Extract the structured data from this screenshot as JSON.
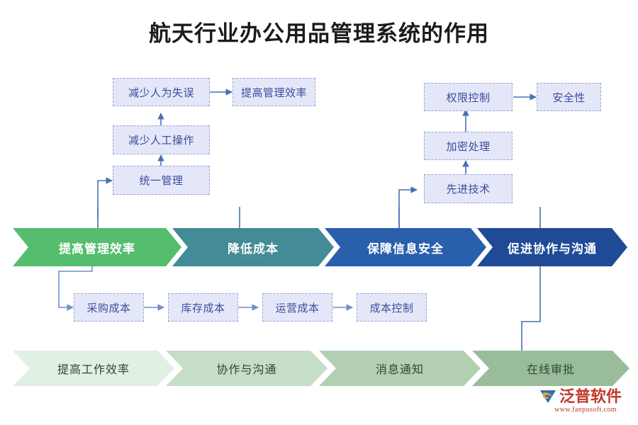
{
  "page": {
    "title": "航天行业办公用品管理系统的作用",
    "watermark": "泛普软件"
  },
  "colors": {
    "box_fill": "#E3E7F8",
    "box_border": "#98A6D6",
    "box_text": "#3C4C9C",
    "wire": "#4A6FB5",
    "chevron_green": "#55BD6E",
    "chevron_teal": "#438B96",
    "chevron_blue": "#2A5FAC",
    "chevron_navy": "#1F4B96",
    "bottom_1": "#E1F0E3",
    "bottom_2": "#C6DDC8",
    "bottom_3": "#B2CFB4",
    "bottom_4": "#99BD9B",
    "logo_red": "#C0392B"
  },
  "main_band": {
    "items": [
      {
        "label": "提高管理效率",
        "color_key": "chevron_green"
      },
      {
        "label": "降低成本",
        "color_key": "chevron_teal"
      },
      {
        "label": "保障信息安全",
        "color_key": "chevron_blue"
      },
      {
        "label": "促进协作与沟通",
        "color_key": "chevron_navy"
      }
    ]
  },
  "bottom_band": {
    "items": [
      {
        "label": "提高工作效率",
        "color_key": "bottom_1"
      },
      {
        "label": "协作与沟通",
        "color_key": "bottom_2"
      },
      {
        "label": "消息通知",
        "color_key": "bottom_3"
      },
      {
        "label": "在线审批",
        "color_key": "bottom_4"
      }
    ]
  },
  "efficiency_branch": {
    "boxes": [
      {
        "label": "减少人为失误"
      },
      {
        "label": "提高管理效率"
      },
      {
        "label": "减少人工操作"
      },
      {
        "label": "统一管理"
      }
    ]
  },
  "security_branch": {
    "boxes": [
      {
        "label": "权限控制"
      },
      {
        "label": "安全性"
      },
      {
        "label": "加密处理"
      },
      {
        "label": "先进技术"
      }
    ]
  },
  "cost_branch": {
    "boxes": [
      {
        "label": "采购成本"
      },
      {
        "label": "库存成本"
      },
      {
        "label": "运营成本"
      },
      {
        "label": "成本控制"
      }
    ]
  },
  "logo": {
    "name": "泛普软件",
    "url": "www.fanpusoft.com"
  }
}
